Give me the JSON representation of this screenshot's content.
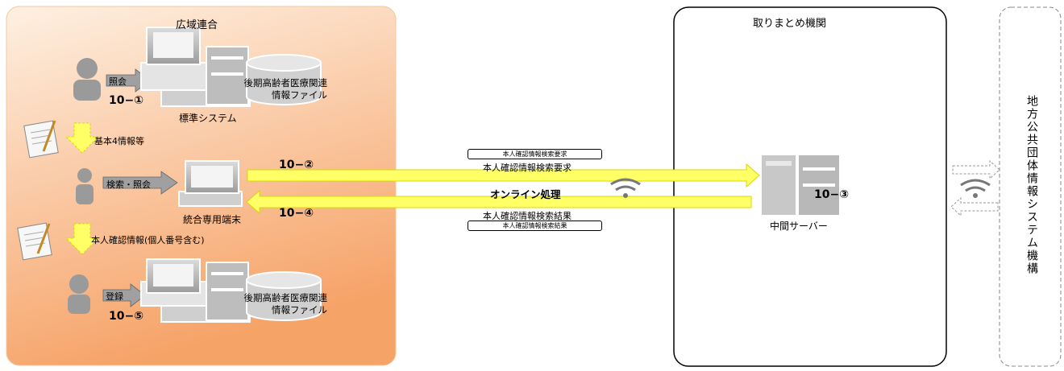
{
  "regions": {
    "left_title": "広域連合",
    "middle_title": "取りまとめ機関",
    "right_title": "地方公共団体情報システム機構"
  },
  "left": {
    "inquiry_label": "照会",
    "step1": "10−①",
    "db1_label": "後期高齢者医療関連情報ファイル",
    "std_system_label": "標準システム",
    "basic4_label": "基本4情報等",
    "search_label": "検索・照会",
    "terminal_label": "統合専用端末",
    "id_info_label": "本人確認情報(個人番号含む)",
    "register_label": "登録",
    "step5": "10−⑤",
    "db2_label": "後期高齢者医療関連情報ファイル"
  },
  "middle": {
    "step2": "10−②",
    "step4": "10−④",
    "request_small": "本人確認情報検索要求",
    "request_label": "本人確認情報検索要求",
    "online_label": "オンライン処理",
    "result_label": "本人確認情報検索結果",
    "result_small": "本人確認情報検索結果",
    "step3": "10−③",
    "server_label": "中間サーバー"
  },
  "colors": {
    "region_fill_top": "#fde3c9",
    "region_fill_bottom": "#f7a56a",
    "arrow_yellow": "#ffff66",
    "arrow_border": "#d8d800",
    "gray": "#9a9a9a"
  }
}
